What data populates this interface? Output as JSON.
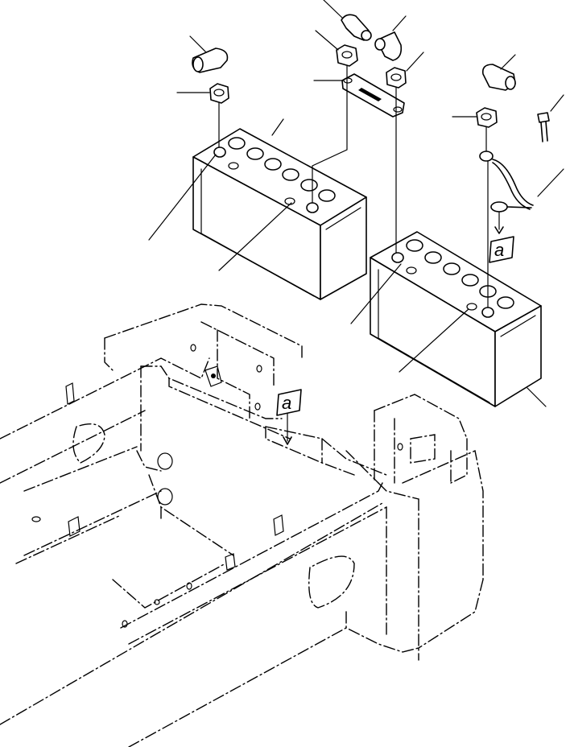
{
  "figure": {
    "reference_labels": [
      {
        "id": "ref-a-frame",
        "text": "a"
      },
      {
        "id": "ref-a-cable",
        "text": "a"
      }
    ]
  }
}
